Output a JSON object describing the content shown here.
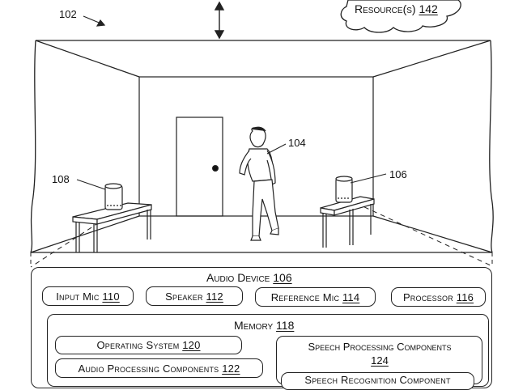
{
  "labels": {
    "environment_ref": "102",
    "user_ref": "104",
    "device_right_ref": "106",
    "device_left_ref": "108"
  },
  "cloud": {
    "text": "Resource(s)",
    "ref": "142"
  },
  "audio_device": {
    "title": "Audio Device",
    "ref": "106"
  },
  "components": [
    {
      "text": "Input Mic",
      "ref": "110"
    },
    {
      "text": "Speaker",
      "ref": "112"
    },
    {
      "text": "Reference Mic",
      "ref": "114"
    },
    {
      "text": "Processor",
      "ref": "116"
    }
  ],
  "memory": {
    "title": "Memory",
    "ref": "118",
    "operating_system": {
      "text": "Operating System",
      "ref": "120"
    },
    "audio_processing": {
      "text": "Audio Processing Components",
      "ref": "122"
    },
    "speech_processing": {
      "text": "Speech Processing Components",
      "ref": "124"
    },
    "speech_recognition": {
      "text": "Speech Recognition Component"
    }
  }
}
